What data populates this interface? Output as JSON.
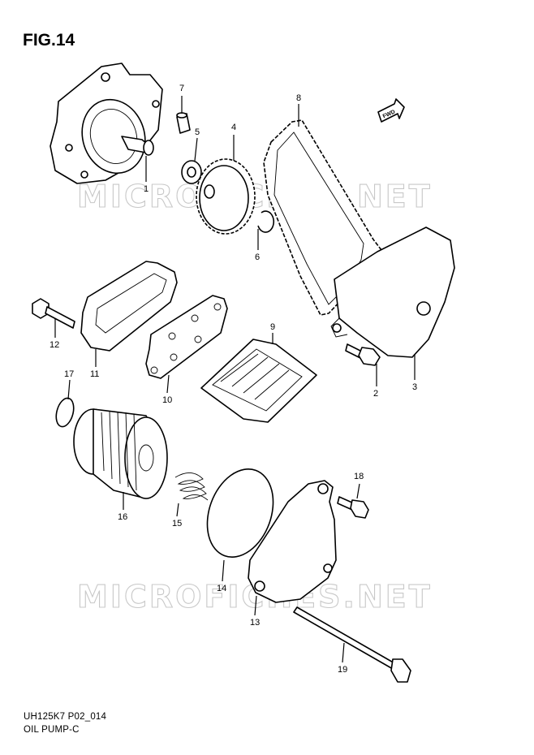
{
  "figure": {
    "title": "FIG.14"
  },
  "footer": {
    "code": "UH125K7 P02_014",
    "name": "OIL PUMP-C"
  },
  "watermark": {
    "text": "MICROFICHES.NET"
  },
  "direction_label": "FWD",
  "callouts": [
    "1",
    "2",
    "3",
    "4",
    "5",
    "6",
    "7",
    "8",
    "9",
    "10",
    "11",
    "12",
    "13",
    "14",
    "15",
    "16",
    "17",
    "18",
    "19"
  ]
}
